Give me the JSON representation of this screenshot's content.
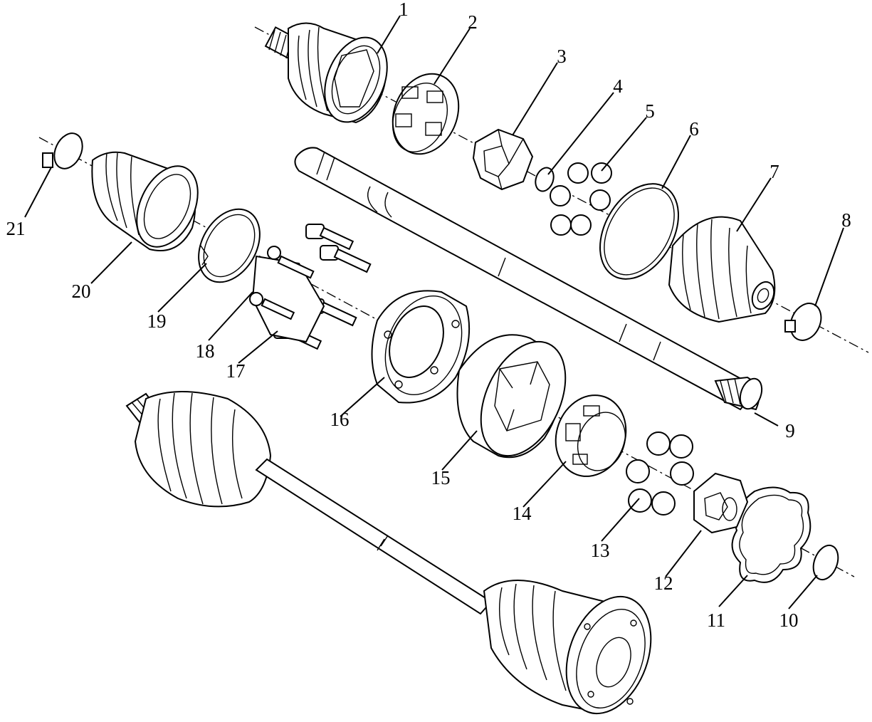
{
  "figure": {
    "labels": [
      {
        "id": "1",
        "text": "1"
      },
      {
        "id": "2",
        "text": "2"
      },
      {
        "id": "3",
        "text": "3"
      },
      {
        "id": "4",
        "text": "4"
      },
      {
        "id": "5",
        "text": "5"
      },
      {
        "id": "6",
        "text": "6"
      },
      {
        "id": "7",
        "text": "7"
      },
      {
        "id": "8",
        "text": "8"
      },
      {
        "id": "9",
        "text": "9"
      },
      {
        "id": "10",
        "text": "10"
      },
      {
        "id": "11",
        "text": "11"
      },
      {
        "id": "12",
        "text": "12"
      },
      {
        "id": "13",
        "text": "13"
      },
      {
        "id": "14",
        "text": "14"
      },
      {
        "id": "15",
        "text": "15"
      },
      {
        "id": "16",
        "text": "16"
      },
      {
        "id": "17",
        "text": "17"
      },
      {
        "id": "18",
        "text": "18"
      },
      {
        "id": "19",
        "text": "19"
      },
      {
        "id": "20",
        "text": "20"
      },
      {
        "id": "21",
        "text": "21"
      }
    ],
    "colors": {
      "ink": "#000000",
      "paper": "#ffffff"
    }
  }
}
